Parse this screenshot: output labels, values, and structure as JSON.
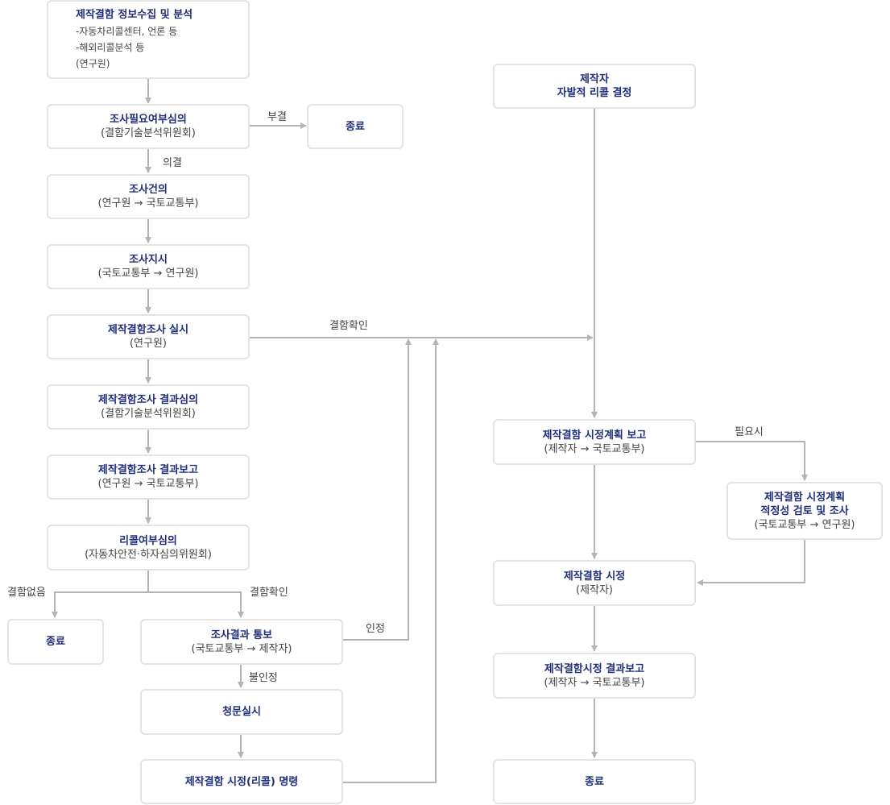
{
  "nodes": {
    "collect": {
      "title": "제작결함 정보수집 및 분석",
      "lines": [
        "-자동차리콜센터, 언론 등",
        "-해외리콜분석 등",
        "(연구원)"
      ]
    },
    "review_need": {
      "title": "조사필요여부심의",
      "sub": "(결함기술분석위원회)"
    },
    "end1": {
      "title": "종료"
    },
    "propose": {
      "title": "조사건의",
      "sub": "(연구원 → 국토교통부)"
    },
    "order": {
      "title": "조사지시",
      "sub": "(국토교통부 → 연구원)"
    },
    "conduct": {
      "title": "제작결함조사 실시",
      "sub": "(연구원)"
    },
    "result_review": {
      "title": "제작결함조사 결과심의",
      "sub": "(결함기술분석위원회)"
    },
    "result_report": {
      "title": "제작결함조사 결과보고",
      "sub": "(연구원 → 국토교통부)"
    },
    "recall_review": {
      "title": "리콜여부심의",
      "sub": "(자동차안전·하자심의위원회)"
    },
    "end2": {
      "title": "종료"
    },
    "notify": {
      "title": "조사결과 통보",
      "sub": "(국토교통부 → 제작자)"
    },
    "hearing": {
      "title": "청문실시"
    },
    "order_fix": {
      "title": "제작결함 시정(리콜) 명령"
    },
    "self_recall": {
      "title": "제작자",
      "sub": "자발적 리콜 결정"
    },
    "plan_report": {
      "title": "제작결함 시정계획 보고",
      "sub": "(제작자 → 국토교통부)"
    },
    "plan_review": {
      "title": "제작결함 시정계획",
      "title2": "적정성 검토 및 조사",
      "sub": "(국토교통부 → 연구원)"
    },
    "fix": {
      "title": "제작결함 시정",
      "sub": "(제작자)"
    },
    "fix_report": {
      "title": "제작결함시정 결과보고",
      "sub": "(제작자 → 국토교통부)"
    },
    "end3": {
      "title": "종료"
    }
  },
  "labels": {
    "reject": "부결",
    "resolve": "의결",
    "defect_confirmed_main": "결함확인",
    "no_defect": "결함없음",
    "defect_confirmed": "결함확인",
    "accept": "인정",
    "not_accept": "불인정",
    "if_needed": "필요시"
  },
  "colors": {
    "border": "#e3e3e3",
    "title": "#1f2f78",
    "line": "#b4b4b4"
  }
}
